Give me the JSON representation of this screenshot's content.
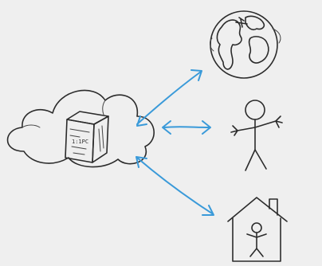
{
  "diagram": {
    "colors": {
      "background": "#efefef",
      "ink": "#2b2b2b",
      "arrow": "#3a9ad9",
      "globe_fill": "#ffffff",
      "server_shade": "#9a9a9a"
    },
    "server_label": "1:1PC",
    "nodes": [
      {
        "id": "cloud-server",
        "icon": "cloud-server-icon"
      },
      {
        "id": "globe",
        "icon": "globe-icon"
      },
      {
        "id": "person",
        "icon": "stick-figure-icon"
      },
      {
        "id": "home",
        "icon": "house-with-person-icon"
      }
    ],
    "connections": [
      {
        "from": "cloud-server",
        "to": "globe",
        "style": "double-arrow"
      },
      {
        "from": "cloud-server",
        "to": "person",
        "style": "double-arrow"
      },
      {
        "from": "cloud-server",
        "to": "home",
        "style": "double-arrow"
      }
    ]
  }
}
